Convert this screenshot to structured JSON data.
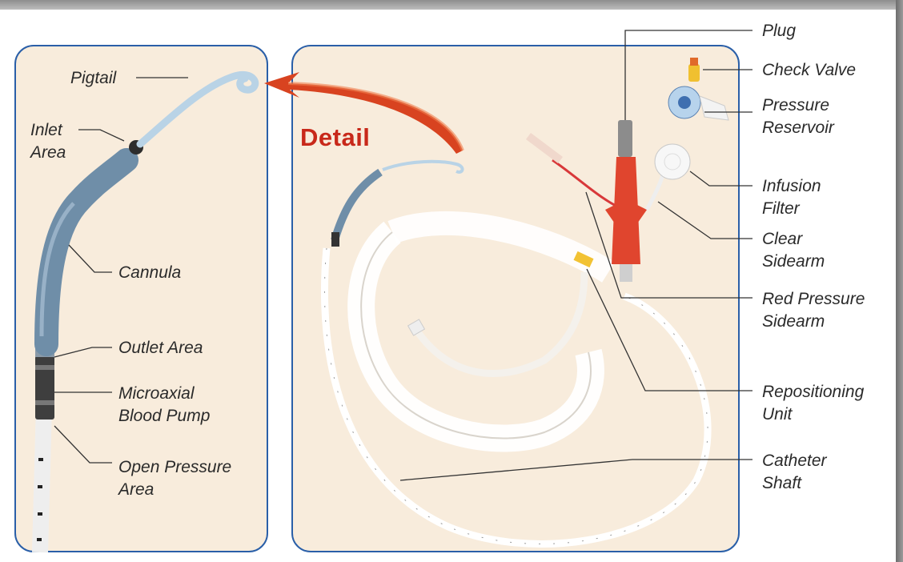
{
  "detail_label": "Detail",
  "labels": {
    "pigtail": "Pigtail",
    "inlet_line1": "Inlet",
    "inlet_line2": "Area",
    "cannula": "Cannula",
    "outlet": "Outlet Area",
    "pump_line1": "Microaxial",
    "pump_line2": "Blood Pump",
    "pressure_line1": "Open Pressure",
    "pressure_line2": "Area",
    "plug": "Plug",
    "check_valve": "Check Valve",
    "reservoir_line1": "Pressure",
    "reservoir_line2": "Reservoir",
    "filter_line1": "Infusion",
    "filter_line2": "Filter",
    "clear_line1": "Clear",
    "clear_line2": "Sidearm",
    "red_line1": "Red Pressure",
    "red_line2": "Sidearm",
    "repo_line1": "Repositioning",
    "repo_line2": "Unit",
    "shaft_line1": "Catheter",
    "shaft_line2": "Shaft"
  },
  "colors": {
    "panel_bg": "#f8ecdc",
    "panel_border": "#2a5fa8",
    "detail_red": "#c8281a",
    "cannula": "#6f8ea8",
    "pigtail": "#b9d3e6"
  }
}
